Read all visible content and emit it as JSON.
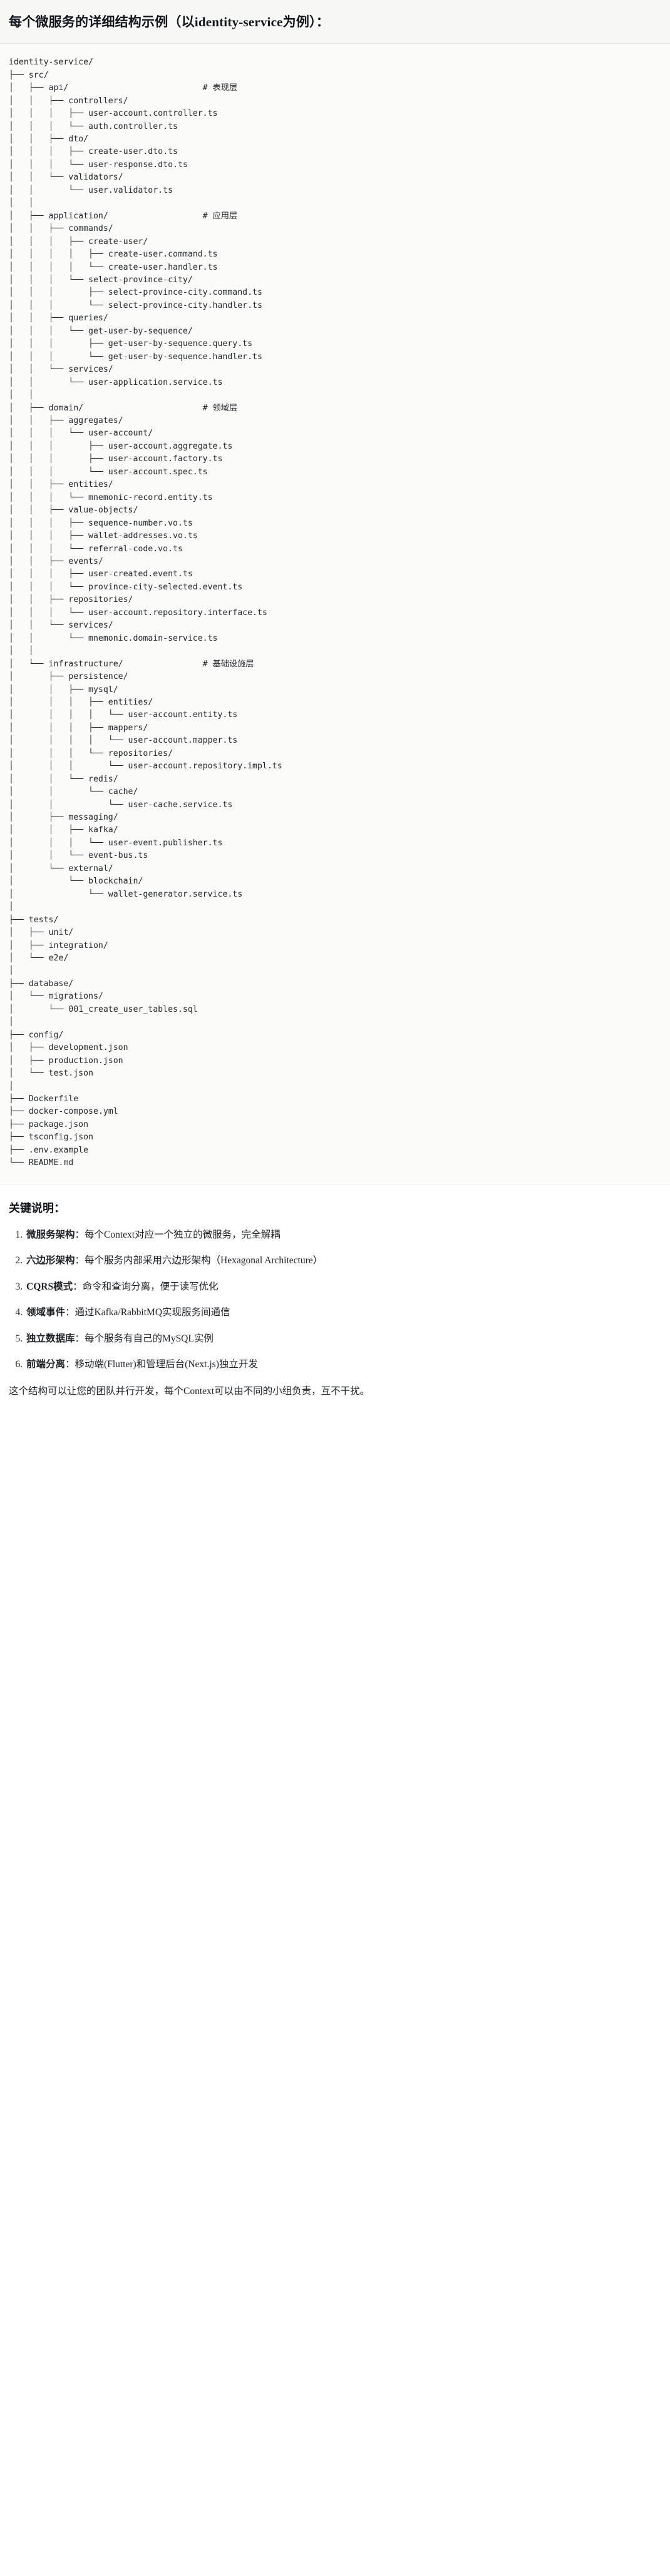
{
  "header": {
    "title": "每个微服务的详细结构示例（以identity-service为例）："
  },
  "tree": {
    "root_label": "identity-service/",
    "comments": {
      "api": "# 表现层",
      "application": "# 应用层",
      "domain": "# 领域层",
      "infrastructure": "# 基础设施层"
    },
    "text": "identity-service/\n├── src/\n│   ├── api/                           # 表现层\n│   │   ├── controllers/\n│   │   │   ├── user-account.controller.ts\n│   │   │   └── auth.controller.ts\n│   │   ├── dto/\n│   │   │   ├── create-user.dto.ts\n│   │   │   └── user-response.dto.ts\n│   │   └── validators/\n│   │       └── user.validator.ts\n│   │\n│   ├── application/                   # 应用层\n│   │   ├── commands/\n│   │   │   ├── create-user/\n│   │   │   │   ├── create-user.command.ts\n│   │   │   │   └── create-user.handler.ts\n│   │   │   └── select-province-city/\n│   │   │       ├── select-province-city.command.ts\n│   │   │       └── select-province-city.handler.ts\n│   │   ├── queries/\n│   │   │   └── get-user-by-sequence/\n│   │   │       ├── get-user-by-sequence.query.ts\n│   │   │       └── get-user-by-sequence.handler.ts\n│   │   └── services/\n│   │       └── user-application.service.ts\n│   │\n│   ├── domain/                        # 领域层\n│   │   ├── aggregates/\n│   │   │   └── user-account/\n│   │   │       ├── user-account.aggregate.ts\n│   │   │       ├── user-account.factory.ts\n│   │   │       └── user-account.spec.ts\n│   │   ├── entities/\n│   │   │   └── mnemonic-record.entity.ts\n│   │   ├── value-objects/\n│   │   │   ├── sequence-number.vo.ts\n│   │   │   ├── wallet-addresses.vo.ts\n│   │   │   └── referral-code.vo.ts\n│   │   ├── events/\n│   │   │   ├── user-created.event.ts\n│   │   │   └── province-city-selected.event.ts\n│   │   ├── repositories/\n│   │   │   └── user-account.repository.interface.ts\n│   │   └── services/\n│   │       └── mnemonic.domain-service.ts\n│   │\n│   └── infrastructure/                # 基础设施层\n│       ├── persistence/\n│       │   ├── mysql/\n│       │   │   ├── entities/\n│       │   │   │   └── user-account.entity.ts\n│       │   │   ├── mappers/\n│       │   │   │   └── user-account.mapper.ts\n│       │   │   └── repositories/\n│       │   │       └── user-account.repository.impl.ts\n│       │   └── redis/\n│       │       └── cache/\n│       │           └── user-cache.service.ts\n│       ├── messaging/\n│       │   ├── kafka/\n│       │   │   └── user-event.publisher.ts\n│       │   └── event-bus.ts\n│       └── external/\n│           └── blockchain/\n│               └── wallet-generator.service.ts\n│\n├── tests/\n│   ├── unit/\n│   ├── integration/\n│   └── e2e/\n│\n├── database/\n│   └── migrations/\n│       └── 001_create_user_tables.sql\n│\n├── config/\n│   ├── development.json\n│   ├── production.json\n│   └── test.json\n│\n├── Dockerfile\n├── docker-compose.yml\n├── package.json\n├── tsconfig.json\n├── .env.example\n└── README.md"
  },
  "notes": {
    "title": "关键说明：",
    "items": [
      {
        "term": "微服务架构",
        "sep": "：",
        "desc": "每个Context对应一个独立的微服务，完全解耦"
      },
      {
        "term": "六边形架构",
        "sep": "：",
        "desc": "每个服务内部采用六边形架构（Hexagonal Architecture）"
      },
      {
        "term": "CQRS模式",
        "sep": "：",
        "desc": "命令和查询分离，便于读写优化"
      },
      {
        "term": "领域事件",
        "sep": "：",
        "desc": "通过Kafka/RabbitMQ实现服务间通信"
      },
      {
        "term": "独立数据库",
        "sep": "：",
        "desc": "每个服务有自己的MySQL实例"
      },
      {
        "term": "前端分离",
        "sep": "：",
        "desc": "移动端(Flutter)和管理后台(Next.js)独立开发"
      }
    ],
    "closing": "这个结构可以让您的团队并行开发，每个Context可以由不同的小组负责，互不干扰。"
  }
}
